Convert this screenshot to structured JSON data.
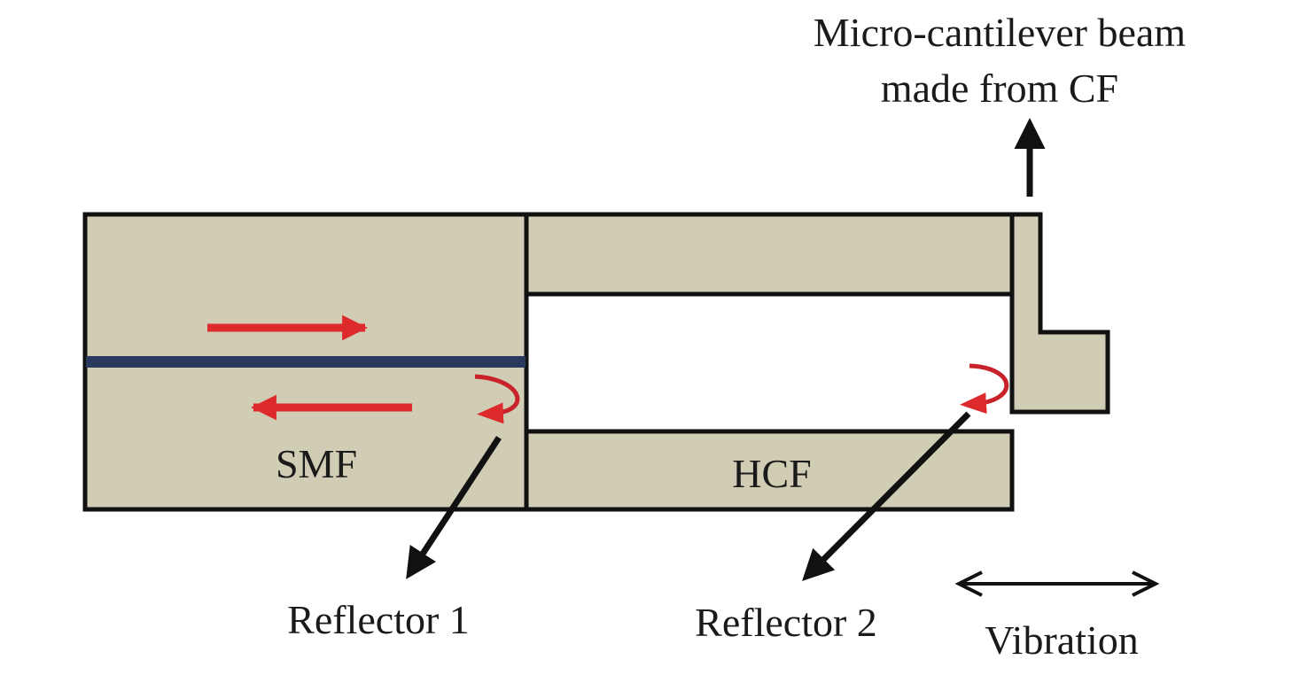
{
  "figure": {
    "colors": {
      "fiber_fill": "#d1cdb5",
      "outline": "#111111",
      "core": "#2a3a5e",
      "light_arrow": "#dd2a2c",
      "reflection_arrow": "#c8232a",
      "pointer": "#111111",
      "background": "#ffffff"
    },
    "labels": {
      "smf": "SMF",
      "hcf": "HCF",
      "cantilever_line1": "Micro-cantilever beam",
      "cantilever_line2": "made from CF",
      "reflector1": "Reflector 1",
      "reflector2": "Reflector 2",
      "vibration": "Vibration"
    },
    "components": [
      {
        "id": "smf",
        "name": "Single-mode fiber"
      },
      {
        "id": "hcf",
        "name": "Hollow-core fiber"
      },
      {
        "id": "cantilever",
        "name": "Micro-cantilever beam made from CF"
      }
    ],
    "arrows": [
      {
        "id": "forward-light",
        "direction": "right"
      },
      {
        "id": "backward-light",
        "direction": "left"
      },
      {
        "id": "vibration",
        "direction": "bidirectional-horizontal"
      },
      {
        "id": "cantilever-pointer",
        "direction": "up"
      }
    ]
  }
}
